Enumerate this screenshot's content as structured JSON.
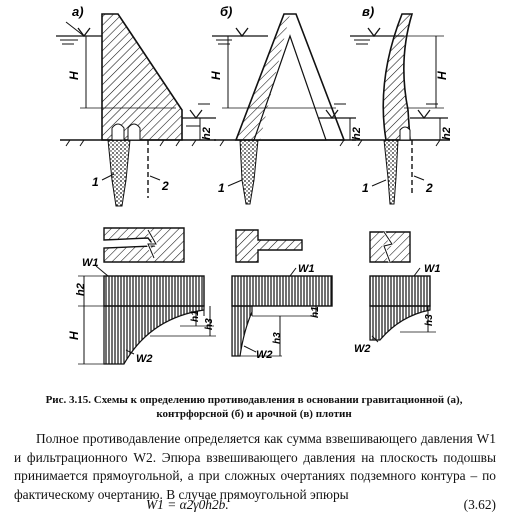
{
  "figure": {
    "panels": [
      {
        "letter": "а)",
        "label_H": "H",
        "label_h2": "h2",
        "drain_1": "1",
        "drain_2": "2"
      },
      {
        "letter": "б)",
        "label_H": "H",
        "label_h2": "h2",
        "drain_1": "1"
      },
      {
        "letter": "в)",
        "label_H": "H",
        "label_h2": "h2",
        "drain_1": "1",
        "drain_2": "2"
      }
    ],
    "diagrams": [
      {
        "W1": "W1",
        "W2": "W2",
        "h2": "h2",
        "H": "H",
        "h1": "h1",
        "h3": "h3"
      },
      {
        "W1": "W1",
        "W2": "W2",
        "h1": "h1",
        "h3": "h3"
      },
      {
        "W1": "W1",
        "W2": "W2",
        "h3": "h3"
      }
    ]
  },
  "caption": {
    "number": "Рис. 3.15.",
    "text": "Схемы к определению противодавления в основании гравитационной (а), контрфорсной (б) и арочной (в) плотин"
  },
  "body": {
    "paragraph": "Полное противодавление определяется как сумма взвешивающего давления W1 и фильтрационного W2. Эпюра взвешивающего давления на плоскость подошвы принимается прямоугольной, а при сложных очертаниях подземного контура – по фактическому очертанию. В случае прямоугольной эпюры",
    "formula": "W1 = α2γ0h2b.",
    "equation_number": "(3.62)"
  },
  "colors": {
    "ink": "#111111",
    "paper": "#ffffff"
  }
}
